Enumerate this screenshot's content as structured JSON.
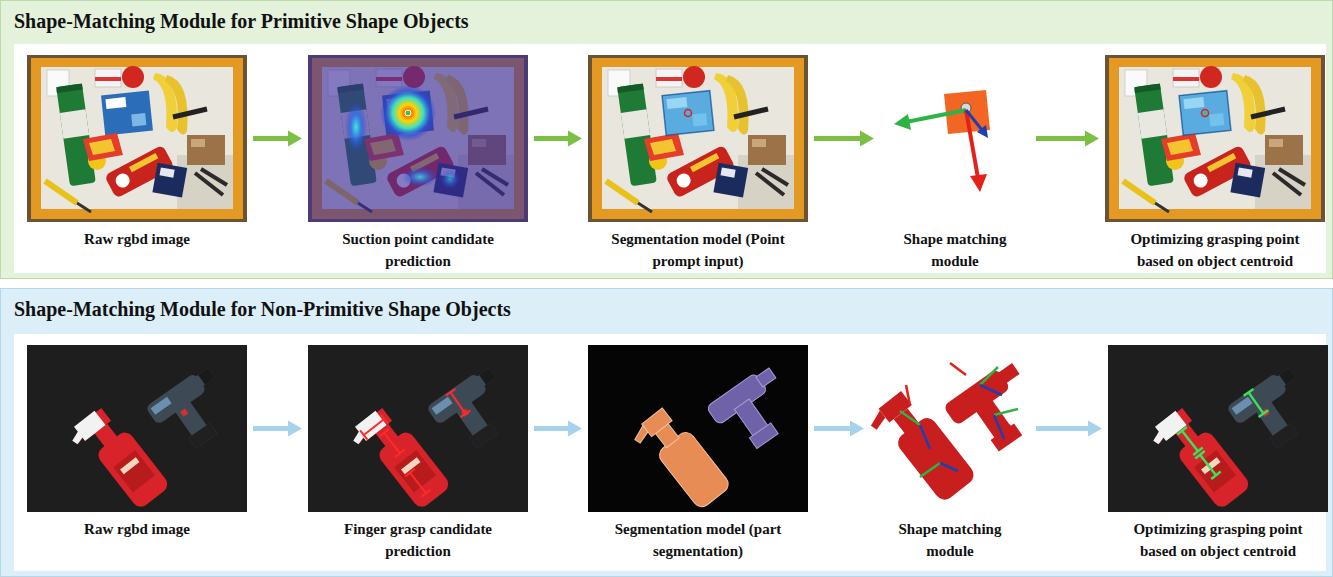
{
  "diagram": {
    "nodes": [
      {
        "text": [
          "Shape-Matching Module for Primitive Shape Objects"
        ]
      },
      {
        "text": [
          "Raw rgbd image"
        ],
        "in": 0
      },
      {
        "text": [
          "Suction point candidate prediction"
        ],
        "in": 0
      },
      {
        "text": [
          "Segmentation model (Point prompt input)"
        ],
        "in": 0
      },
      {
        "text": [
          "Shape matching module"
        ],
        "in": 0
      },
      {
        "text": [
          "Optimizing grasping point based on object centroid"
        ],
        "in": 0
      },
      {
        "text": [
          "Shape-Matching Module for Non-Primitive Shape Objects"
        ]
      },
      {
        "text": [
          "Raw rgbd image"
        ],
        "in": 6
      },
      {
        "text": [
          "Finger grasp candidate prediction"
        ],
        "in": 6
      },
      {
        "text": [
          "Segmentation model (part segmentation)"
        ],
        "in": 6
      },
      {
        "text": [
          "Shape matching module"
        ],
        "in": 6
      },
      {
        "text": [
          "Optimizing grasping point based on object centroid"
        ],
        "in": 6
      }
    ],
    "edges": [
      {
        "from": 1,
        "to": 2,
        "arrow": "to"
      },
      {
        "from": 2,
        "to": 3,
        "arrow": "to"
      },
      {
        "from": 3,
        "to": 4,
        "arrow": "to"
      },
      {
        "from": 4,
        "to": 5,
        "arrow": "to"
      },
      {
        "from": 7,
        "to": 8,
        "arrow": "to"
      },
      {
        "from": 8,
        "to": 9,
        "arrow": "to"
      },
      {
        "from": 9,
        "to": 10,
        "arrow": "to"
      },
      {
        "from": 10,
        "to": 11,
        "arrow": "to"
      }
    ]
  }
}
